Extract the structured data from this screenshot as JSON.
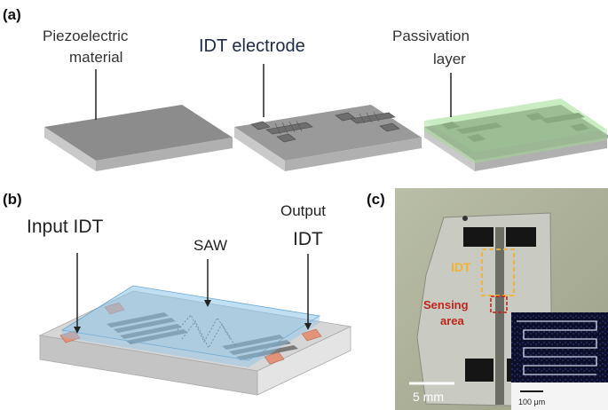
{
  "panels": {
    "a": {
      "label": "(a)",
      "steps": [
        {
          "caption_line1": "Piezoelectric",
          "caption_line2": "material"
        },
        {
          "caption": "IDT electrode"
        },
        {
          "caption_line1": "Passivation",
          "caption_line2": "layer"
        }
      ]
    },
    "b": {
      "label": "(b)",
      "input_label": "Input IDT",
      "saw_label": "SAW",
      "output_label_line1": "Output",
      "output_label_line2": "IDT"
    },
    "c": {
      "label": "(c)",
      "idt_label": "IDT",
      "sensing_line1": "Sensing",
      "sensing_line2": "area",
      "scale_main": "5 mm",
      "scale_inset": "100 μm"
    }
  },
  "colors": {
    "substrate": "#8a8a8a",
    "electrode": "#6f6f6f",
    "passivation": "#9fdc8f",
    "overlay": "#8ec5ea",
    "pad": "#e2937a",
    "idt_box": "#f2b233",
    "sensing_box": "#c2231a"
  }
}
